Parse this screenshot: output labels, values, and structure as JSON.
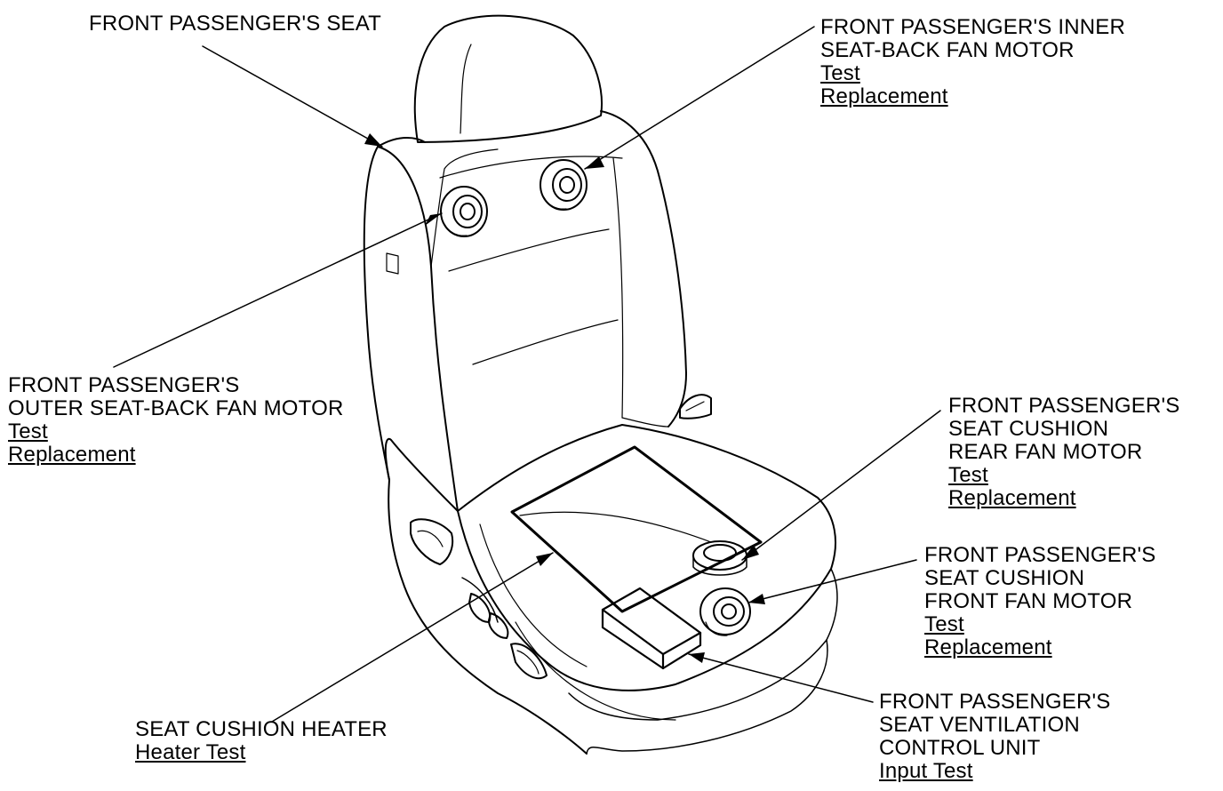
{
  "colors": {
    "ink": "#000000",
    "paper": "#ffffff"
  },
  "callouts": {
    "seat": {
      "lines": [
        "FRONT PASSENGER'S SEAT"
      ],
      "links": []
    },
    "inner_fan": {
      "lines": [
        "FRONT PASSENGER'S INNER",
        "SEAT-BACK FAN MOTOR"
      ],
      "links": [
        "Test",
        "Replacement"
      ]
    },
    "outer_fan": {
      "lines": [
        "FRONT PASSENGER'S",
        "OUTER SEAT-BACK FAN MOTOR"
      ],
      "links": [
        "Test",
        "Replacement"
      ]
    },
    "rear_fan": {
      "lines": [
        "FRONT PASSENGER'S",
        "SEAT CUSHION",
        "REAR FAN MOTOR"
      ],
      "links": [
        "Test",
        "Replacement"
      ]
    },
    "front_fan": {
      "lines": [
        "FRONT PASSENGER'S",
        "SEAT CUSHION",
        "FRONT FAN MOTOR"
      ],
      "links": [
        "Test",
        "Replacement"
      ]
    },
    "heater": {
      "lines": [
        "SEAT CUSHION HEATER"
      ],
      "links": [
        "Heater Test"
      ]
    },
    "control_unit": {
      "lines": [
        "FRONT PASSENGER'S",
        "SEAT VENTILATION",
        "CONTROL UNIT"
      ],
      "links": [
        "Input Test"
      ]
    }
  }
}
